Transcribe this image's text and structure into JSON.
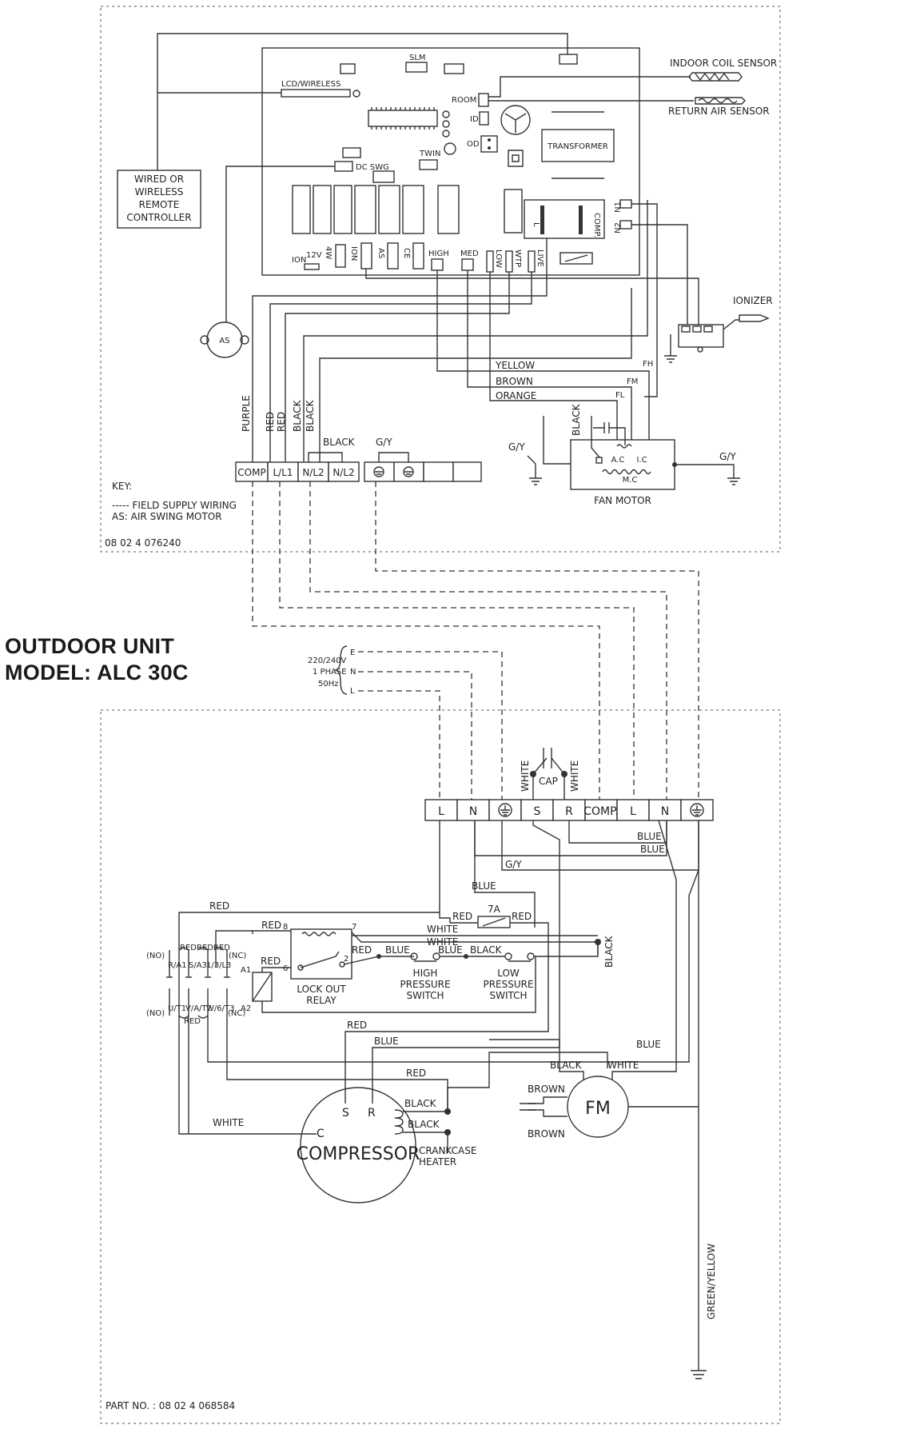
{
  "outdoor_heading": {
    "line1": "OUTDOOR UNIT",
    "line2": "MODEL: ALC 30C"
  },
  "indoor": {
    "labels": {
      "slm": "SLM",
      "lcd": "LCD/WIRELESS",
      "room": "ROOM",
      "id": "ID",
      "od": "OD",
      "twin": "TWIN",
      "dcswg": "DC SWG",
      "transformer": "TRANSFORMER",
      "n1": "N1",
      "n2": "N2",
      "l": "L",
      "comp": "COMP.",
      "ion": "ION",
      "v12": "12V",
      "w4": "4W",
      "ion2": "ION",
      "as": "AS",
      "ce": "CE",
      "high": "HIGH",
      "med": "MED",
      "low": "LOW",
      "wtp": "WTP",
      "live": "LIVE",
      "indoor_coil_sensor": "INDOOR COIL SENSOR",
      "return_air_sensor": "RETURN AIR SENSOR",
      "ionizer": "IONIZER",
      "as_motor": "AS",
      "remote": [
        "WIRED OR",
        "WIRELESS",
        "REMOTE",
        "CONTROLLER"
      ],
      "wire_yellow": "YELLOW",
      "wire_brown": "BROWN",
      "wire_orange": "ORANGE",
      "fh": "FH",
      "fm": "FM",
      "fl": "FL",
      "purple": "PURPLE",
      "red1": "RED",
      "red2": "RED",
      "black1": "BLACK",
      "black2": "BLACK",
      "black3": "BLACK",
      "black4": "BLACK",
      "gy1": "G/Y",
      "gy2": "G/Y",
      "gy3": "G/Y",
      "ac": "A.C",
      "ic": "I.C",
      "mc": "M.C",
      "fan_motor": "FAN MOTOR"
    },
    "terminals": [
      "COMP",
      "L/L1",
      "N/L2",
      "N/L2"
    ],
    "key": {
      "title": "KEY:",
      "line1": "----- FIELD SUPPLY WIRING",
      "line2": "AS: AIR SWING MOTOR"
    },
    "part_no": "08 02 4 076240"
  },
  "supply": {
    "voltage": "220/240V",
    "phase": "1 PHASE",
    "freq": "50Hz",
    "e": "E",
    "n": "N",
    "l": "L"
  },
  "outdoor": {
    "terminals": [
      "L",
      "N",
      "",
      "S",
      "R",
      "COMP.",
      "L",
      "N",
      ""
    ],
    "labels": {
      "white1": "WHITE",
      "white2": "WHITE",
      "cap": "CAP",
      "blue1": "BLUE",
      "blue2": "BLUE",
      "gy": "G/Y",
      "blue3": "BLUE",
      "red_top": "RED",
      "red_fuse_l": "RED",
      "fuse": "7A",
      "red_fuse_r": "RED",
      "red8": "RED",
      "n8": "8",
      "n7": "7",
      "n6": "6",
      "n2": "2",
      "white3": "WHITE",
      "white4": "WHITE",
      "red_relay": "RED",
      "blue4": "BLUE",
      "blue5": "BLUE",
      "black_sw": "BLACK",
      "black_v": "BLACK",
      "red_a1": "RED",
      "a1": "A1",
      "a2": "A2",
      "lockout1": "LOCK OUT",
      "lockout2": "RELAY",
      "hps1": "HIGH",
      "hps2": "PRESSURE",
      "hps3": "SWITCH",
      "lps1": "LOW",
      "lps2": "PRESSURE",
      "lps3": "SWITCH",
      "no_top": "(NO)",
      "nc_top": "(NC)",
      "no_bot": "(NO)",
      "nc_bot": "(NC)",
      "redredred": "REDREDRED",
      "red_k": "RED",
      "k_t1": "R/A1",
      "k_t2": "S/A3",
      "k_t3": "1/3/L3",
      "k_b1": "U/T1",
      "k_b2": "V/A/T2",
      "k_b3": "W/6/T3",
      "red_comp": "RED",
      "blue_comp": "BLUE",
      "red_heater": "RED",
      "blue_fm": "BLUE",
      "black_fm": "BLACK",
      "white_fm": "WHITE",
      "white_c": "WHITE",
      "black_h1": "BLACK",
      "black_h2": "BLACK",
      "brown1": "BROWN",
      "brown2": "BROWN",
      "fm": "FM",
      "compressor": "COMPRESSOR",
      "c": "C",
      "s": "S",
      "r": "R",
      "crankcase1": "CRANKCASE",
      "crankcase2": "HEATER",
      "green_yellow": "GREEN/YELLOW"
    },
    "part_no": "PART NO. : 08 02 4 068584"
  }
}
